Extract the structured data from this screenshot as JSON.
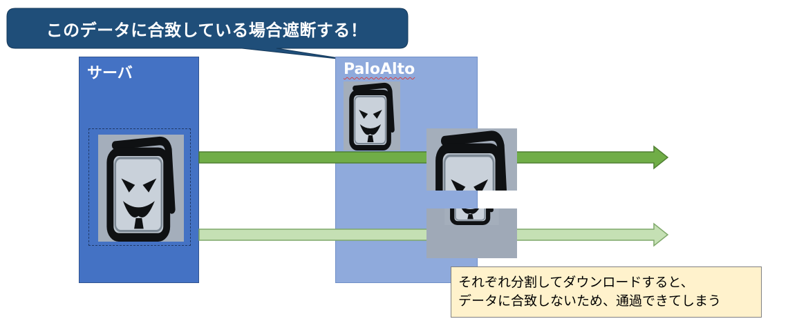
{
  "callout": {
    "text": "このデータに合致している場合遮断する！"
  },
  "server": {
    "label": "サーバ"
  },
  "paloalto": {
    "label": "PaloAlto"
  },
  "note": {
    "line1": "それぞれ分割してダウンロードすると、",
    "line2": "データに合致しないため、通過できてしまう"
  },
  "colors": {
    "callout": "#1f4e79",
    "server_box": "#4472c4",
    "paloalto_box": "#8faadc",
    "arrow_pass_full": "#70ad47",
    "arrow_pass_split": "#c5e0b4",
    "note_bg": "#fff2cc"
  },
  "icons": {
    "file_icon": "malicious-file-icon"
  }
}
